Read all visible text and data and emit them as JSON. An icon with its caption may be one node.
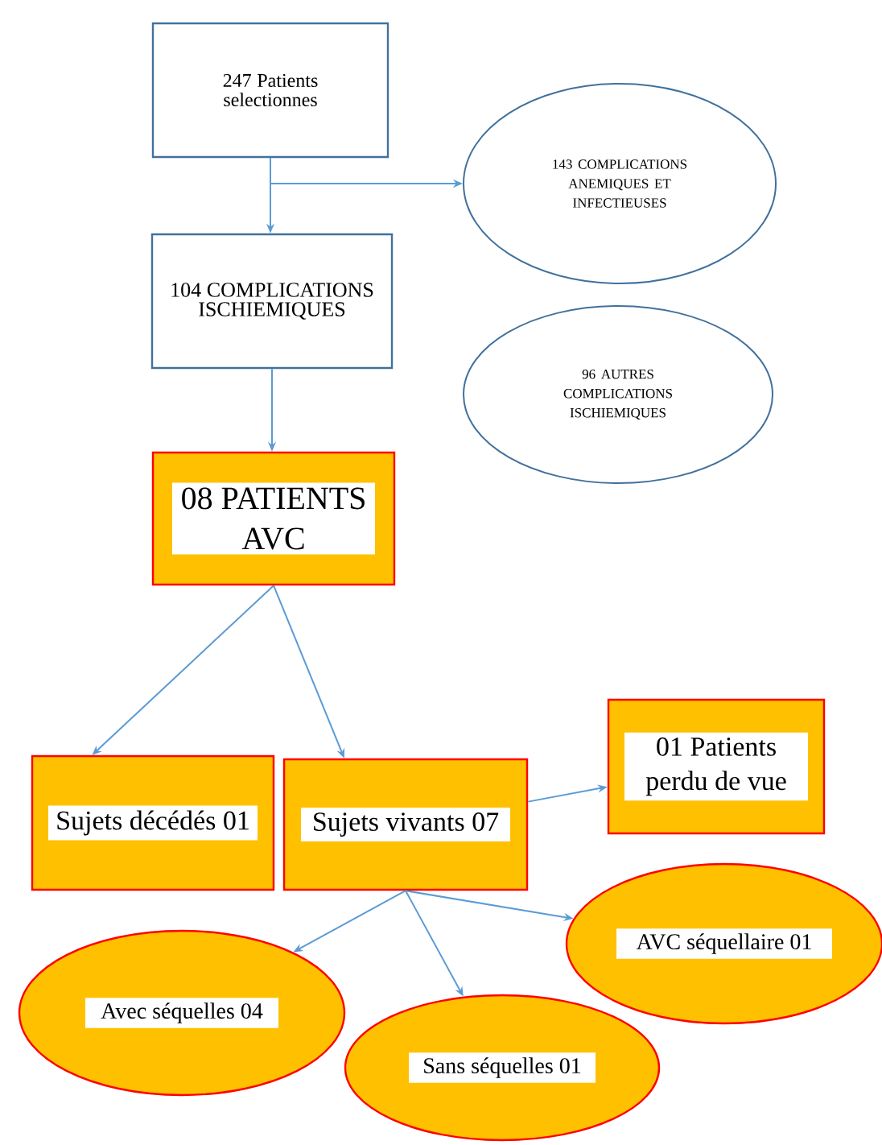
{
  "diagram": {
    "nodes": [
      {
        "text": [
          "247 Patients selectionnes"
        ]
      },
      {
        "text": [
          "143 COMPLICATIONS ANEMIQUES ET INFECTIEUSES"
        ]
      },
      {
        "text": [
          "104 COMPLICATIONS ISCHIEMIQUES"
        ]
      },
      {
        "text": [
          "96 AUTRES COMPLICATIONS ISCHIEMIQUES"
        ]
      },
      {
        "text": [
          "08 PATIENTS AVC"
        ]
      },
      {
        "text": [
          "Sujets décédés 01"
        ]
      },
      {
        "text": [
          "Sujets vivants 07"
        ]
      },
      {
        "text": [
          "01 Patients perdu de vue"
        ]
      },
      {
        "text": [
          "Avec séquelles 04"
        ]
      },
      {
        "text": [
          "Sans séquelles 01"
        ]
      },
      {
        "text": [
          "AVC séquellaire 01"
        ]
      }
    ],
    "edges": [
      {
        "from": 0,
        "to": 2,
        "arrow": "to"
      },
      {
        "from": 0,
        "to": 1,
        "arrow": "to"
      },
      {
        "from": 2,
        "to": 4,
        "arrow": "to"
      },
      {
        "from": 4,
        "to": 5,
        "arrow": "to"
      },
      {
        "from": 4,
        "to": 6,
        "arrow": "to"
      },
      {
        "from": 6,
        "to": 7,
        "arrow": "to"
      },
      {
        "from": 6,
        "to": 8,
        "arrow": "to"
      },
      {
        "from": 6,
        "to": 9,
        "arrow": "to"
      },
      {
        "from": 6,
        "to": 10,
        "arrow": "to"
      }
    ]
  }
}
